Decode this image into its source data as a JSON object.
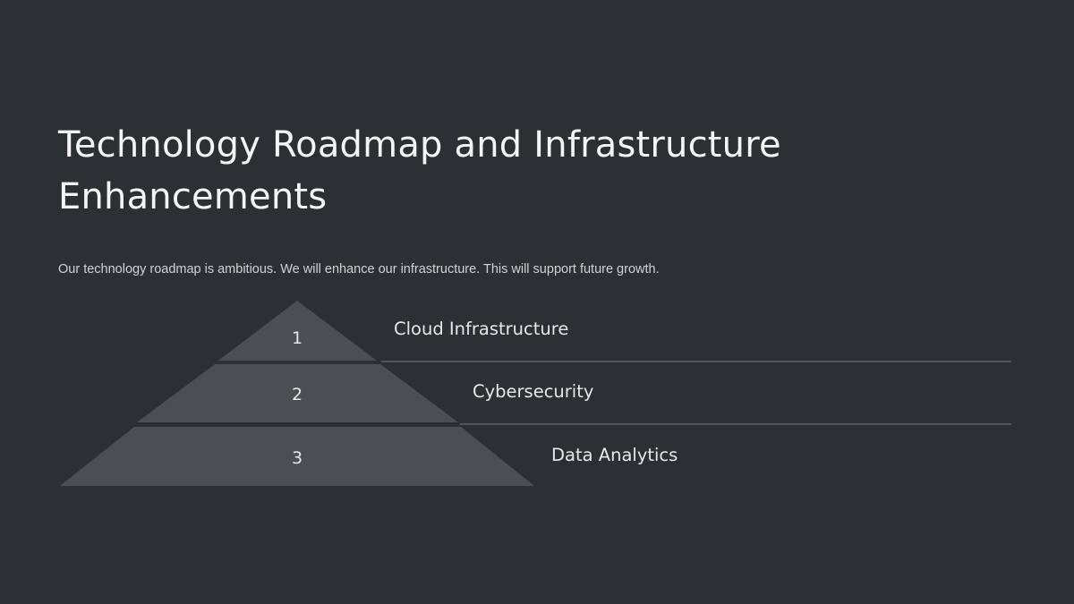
{
  "slide": {
    "title": "Technology Roadmap and Infrastructure Enhancements",
    "subtitle": "Our technology roadmap is ambitious. We will enhance our infrastructure. This will support future growth."
  },
  "pyramid": {
    "tiers": [
      {
        "number": "1",
        "label": "Cloud Infrastructure"
      },
      {
        "number": "2",
        "label": "Cybersecurity"
      },
      {
        "number": "3",
        "label": "Data Analytics"
      }
    ]
  },
  "colors": {
    "background": "#2d3033",
    "tier_fill": "#4b4f52",
    "divider": "#5c6064",
    "title_text": "#f4f4f4",
    "body_text": "#d0d2d4"
  }
}
